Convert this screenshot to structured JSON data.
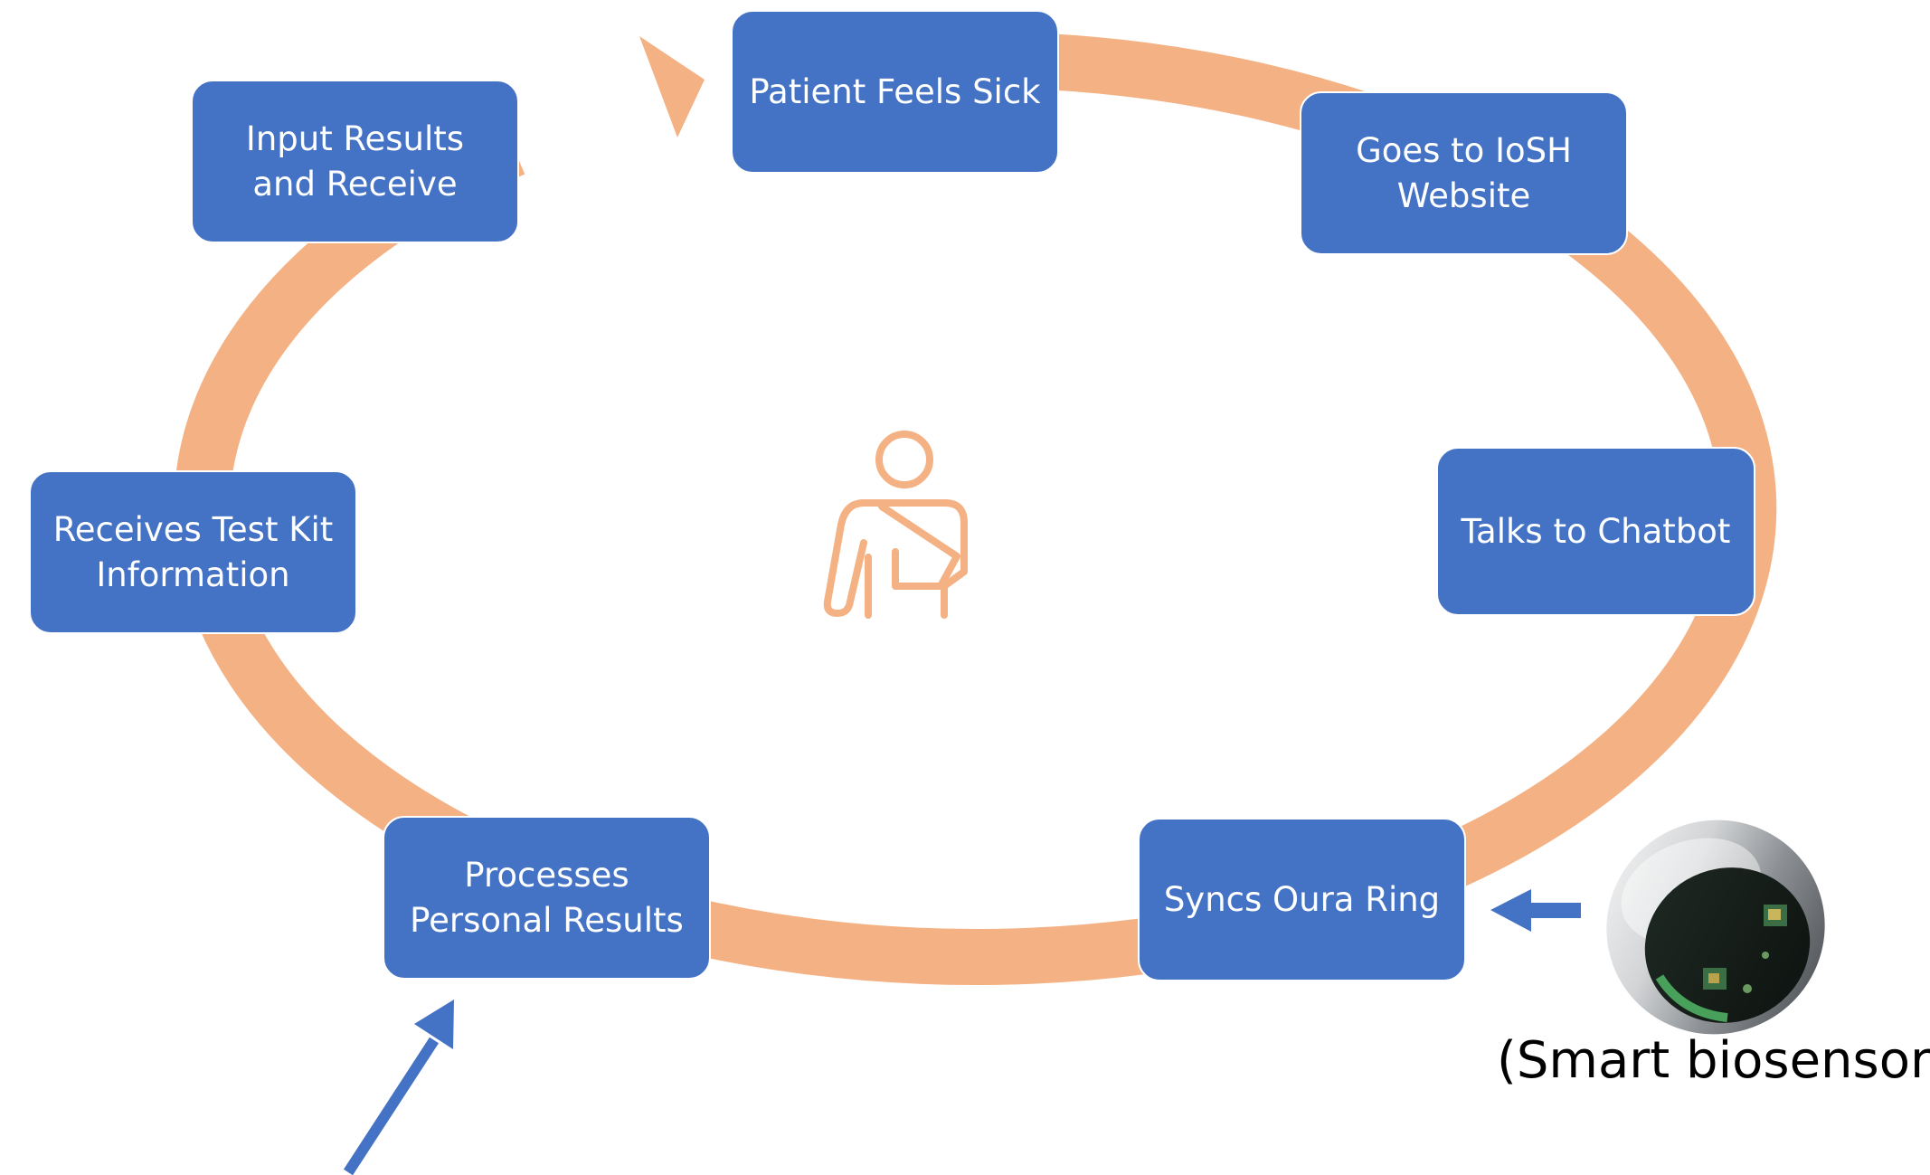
{
  "colors": {
    "cycle_arrow": "#f4b183",
    "box_fill": "#4472c4",
    "box_text": "#ffffff",
    "pointer_arrow": "#4472c4",
    "patient_icon": "#f4b183"
  },
  "steps": [
    "Patient Feels Sick",
    "Goes to IoSH\nWebsite",
    "Talks to Chatbot",
    "Syncs Oura Ring",
    "Processes\nPersonal  Results",
    "Receives Test Kit\nInformation",
    "Input Results\nand Receive"
  ],
  "center_icon": "patient-with-arm-sling-icon",
  "device": {
    "image": "smart-ring-image",
    "caption": "(Smart biosensor)"
  }
}
